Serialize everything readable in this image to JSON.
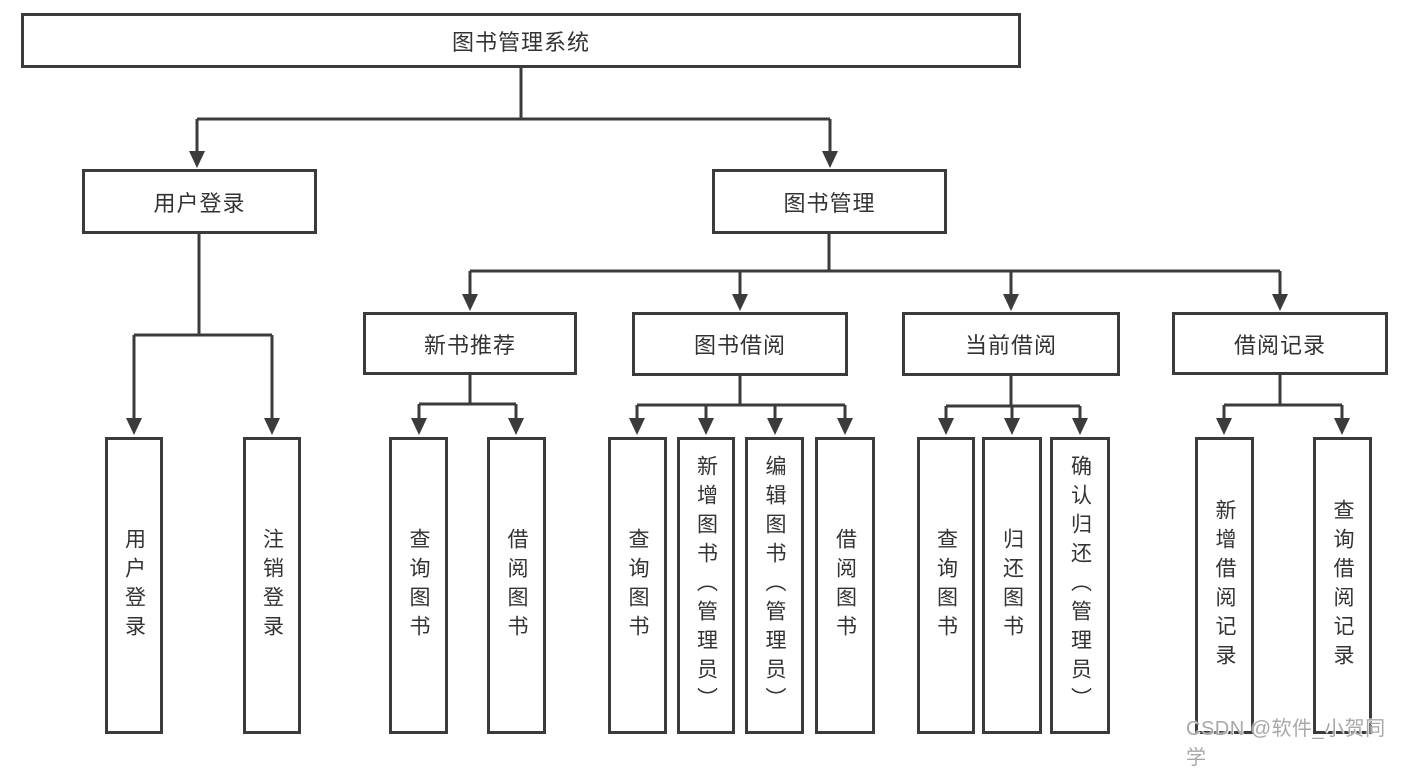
{
  "colors": {
    "box_border": "#3b3b3b",
    "connector": "#3b3b3b",
    "text": "#333333",
    "watermark_text": "#a8a8a8"
  },
  "watermark": {
    "text": "CSDN @软件_小贺同学"
  },
  "diagram": {
    "root": {
      "label": "图书管理系统"
    },
    "branches": [
      {
        "label": "用户登录",
        "children": [
          {
            "label": "用户登录"
          },
          {
            "label": "注销登录"
          }
        ]
      },
      {
        "label": "图书管理",
        "children": [
          {
            "label": "新书推荐",
            "children": [
              {
                "label": "查询图书"
              },
              {
                "label": "借阅图书"
              }
            ]
          },
          {
            "label": "图书借阅",
            "children": [
              {
                "label": "查询图书"
              },
              {
                "label": "新增图书（管理员）"
              },
              {
                "label": "编辑图书（管理员）"
              },
              {
                "label": "借阅图书"
              }
            ]
          },
          {
            "label": "当前借阅",
            "children": [
              {
                "label": "查询图书"
              },
              {
                "label": "归还图书"
              },
              {
                "label": "确认归还（管理员）"
              }
            ]
          },
          {
            "label": "借阅记录",
            "children": [
              {
                "label": "新增借阅记录"
              },
              {
                "label": "查询借阅记录"
              }
            ]
          }
        ]
      }
    ]
  }
}
